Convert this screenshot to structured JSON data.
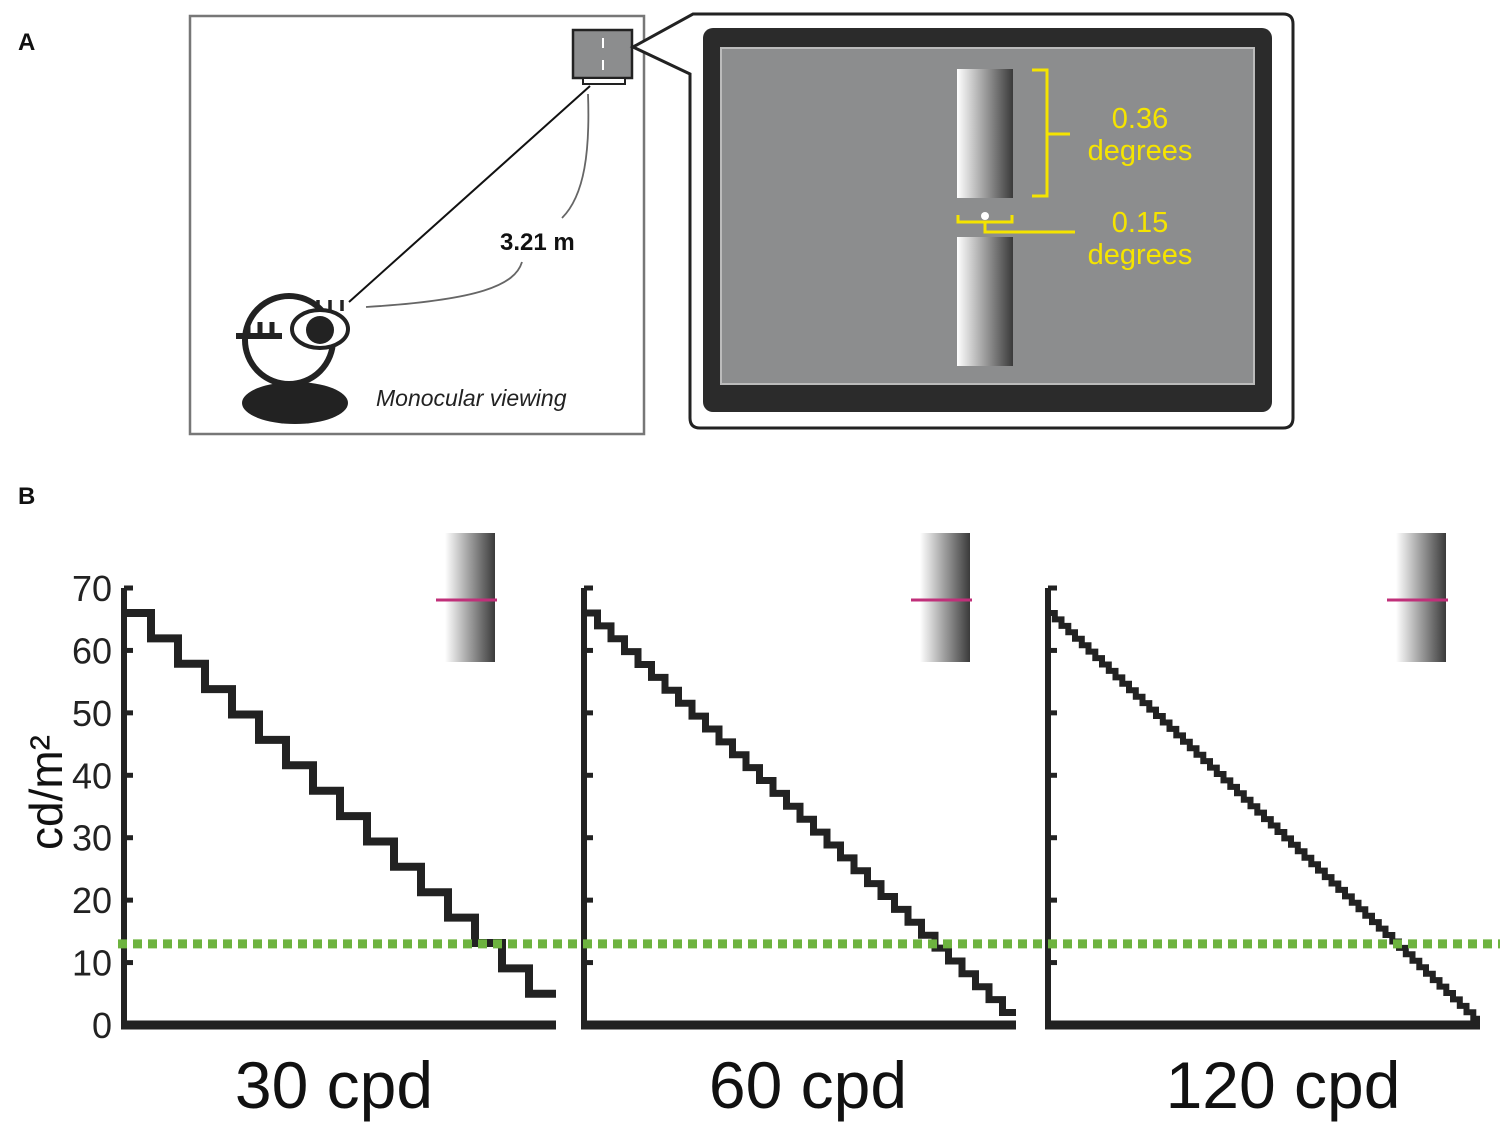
{
  "panel_a": {
    "label": "A",
    "distance": "3.21 m",
    "viewing": "Monocular viewing",
    "bar_height_value": "0.36",
    "bar_height_unit": "degrees",
    "gap_value": "0.15",
    "gap_unit": "degrees",
    "colors": {
      "screen_bezel": "#2b2b2b",
      "screen_bg": "#8c8d8e",
      "annotation": "#f5e400"
    }
  },
  "panel_b": {
    "label": "B",
    "colors": {
      "staircase": "#222222",
      "threshold": "#6db33f",
      "marker": "#c0307a"
    }
  },
  "chart_data": [
    {
      "type": "line",
      "xlabel": "30 cpd",
      "ylabel": "cd/m²",
      "ylim": [
        0,
        70
      ],
      "yticks": [
        "0",
        "10",
        "20",
        "30",
        "40",
        "50",
        "60",
        "70"
      ],
      "steps": 16,
      "luminance_start": 66,
      "luminance_end": 5,
      "threshold": 13
    },
    {
      "type": "line",
      "xlabel": "60 cpd",
      "ylabel": "cd/m²",
      "ylim": [
        0,
        70
      ],
      "yticks": [
        "0",
        "10",
        "20",
        "30",
        "40",
        "50",
        "60",
        "70"
      ],
      "steps": 32,
      "luminance_start": 66,
      "luminance_end": 2,
      "threshold": 13
    },
    {
      "type": "line",
      "xlabel": "120 cpd",
      "ylabel": "cd/m²",
      "ylim": [
        0,
        70
      ],
      "yticks": [
        "0",
        "10",
        "20",
        "30",
        "40",
        "50",
        "60",
        "70"
      ],
      "steps": 64,
      "luminance_start": 66,
      "luminance_end": 1,
      "threshold": 13
    }
  ]
}
